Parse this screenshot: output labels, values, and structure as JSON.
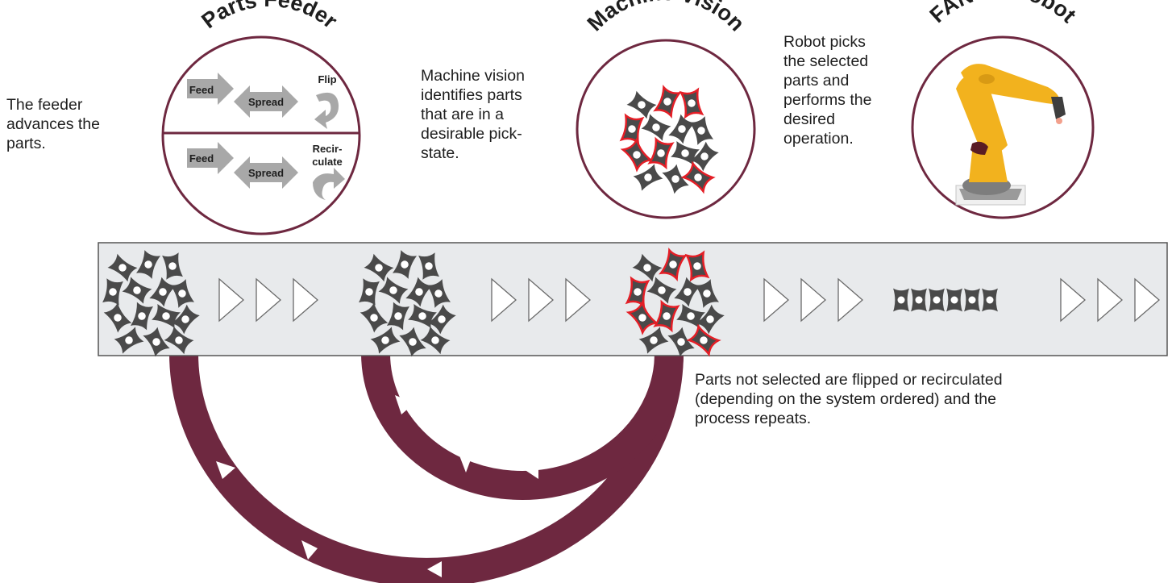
{
  "colors": {
    "maroon": "#6e2840",
    "part_fill": "#4a4a4a",
    "highlight": "#e41e26",
    "belt": "#e8eaec",
    "arrow_gray": "#a8a8a8",
    "robot_yellow": "#f2b21e"
  },
  "titles": {
    "feeder": "Parts Feeder",
    "vision": "Machine Vision",
    "robot": "FANUC Robot"
  },
  "feeder": {
    "top_row": {
      "feed": "Feed",
      "spread": "Spread",
      "action": "Flip"
    },
    "bottom_row": {
      "feed": "Feed",
      "spread": "Spread",
      "action_line1": "Recir-",
      "action_line2": "culate"
    }
  },
  "descriptions": {
    "feeder": [
      "The feeder",
      "advances the",
      "parts."
    ],
    "vision": [
      "Machine vision",
      "identifies parts",
      "that are in a",
      "desirable pick-",
      "state."
    ],
    "robot": [
      "Robot picks",
      "the selected",
      "parts and",
      "performs the",
      "desired",
      "operation."
    ],
    "loop": [
      "Parts not selected are flipped or recirculated",
      "(depending on the system ordered) and the",
      "process repeats."
    ]
  },
  "icons": [
    "chevron-right-icon",
    "robot-arm-icon",
    "flip-arrow-icon",
    "recirculate-arrow-icon",
    "part-icon"
  ]
}
